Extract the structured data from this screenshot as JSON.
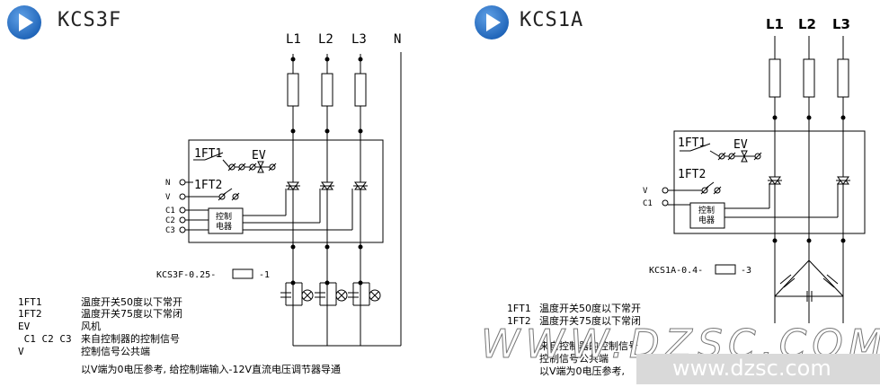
{
  "colors": {
    "play_icon": "#1f64b8",
    "line": "#000000",
    "watermark_text": "#f0b070",
    "watermark_band": "#d9d9d9"
  },
  "left": {
    "title": "KCS3F",
    "phases": [
      "L1",
      "L2",
      "L3",
      "N"
    ],
    "switch_labels": {
      "ft1": "1FT1",
      "ev": "EV",
      "ft2": "1FT2"
    },
    "terminals": [
      "N",
      "V",
      "C1",
      "C2",
      "C3"
    ],
    "controller": [
      "控制",
      "电器"
    ],
    "model_code": {
      "prefix": "KCS3F-0.25-",
      "suffix": "-1"
    },
    "legend": [
      {
        "code": "1FT1",
        "desc": "温度开关50度以下常开"
      },
      {
        "code": "1FT2",
        "desc": "温度开关75度以下常闭"
      },
      {
        "code": "EV",
        "desc": "风机"
      },
      {
        "code": " C1 C2 C3",
        "desc": "来自控制器的控制信号"
      },
      {
        "code": "V",
        "desc": "控制信号公共端"
      }
    ],
    "note": "以V端为0电压参考, 给控制端输入-12V直流电压调节器导通"
  },
  "right": {
    "title": "KCS1A",
    "phases": [
      "L1",
      "L2",
      "L3"
    ],
    "switch_labels": {
      "ft1": "1FT1",
      "ev": "EV",
      "ft2": "1FT2"
    },
    "terminals": [
      "V",
      "C1"
    ],
    "controller": [
      "控制",
      "电器"
    ],
    "model_code": {
      "prefix": "KCS1A-0.4-",
      "suffix": "-3"
    },
    "legend": [
      {
        "code": "1FT1",
        "desc": "温度开关50度以下常开"
      },
      {
        "code": "1FT2",
        "desc": "温度开关75度以下常闭"
      },
      {
        "code": "",
        "desc": "来自控制器的控制信号"
      },
      {
        "code": "",
        "desc": "控制信号公共端"
      }
    ],
    "note": "以V端为0电压参考,"
  },
  "watermark": {
    "big": "WWW.DZSC.COM",
    "url": "www.dzsc.com"
  }
}
